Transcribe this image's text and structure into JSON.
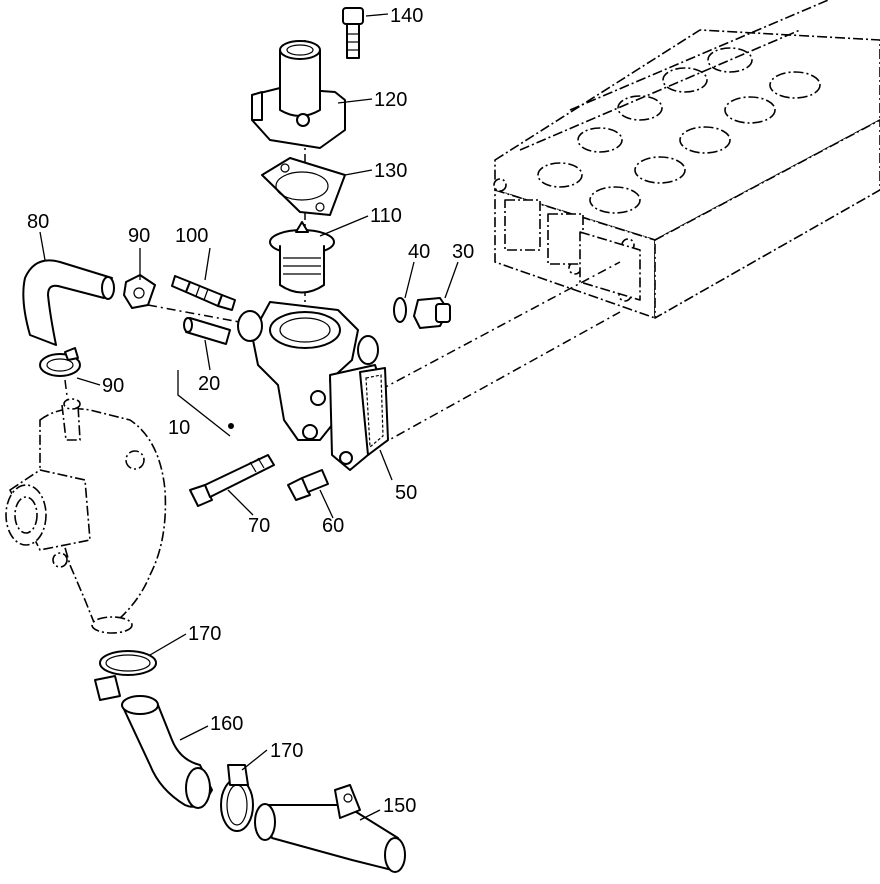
{
  "diagram": {
    "parts": [
      {
        "id": "p10",
        "label": "10"
      },
      {
        "id": "p20",
        "label": "20"
      },
      {
        "id": "p30",
        "label": "30"
      },
      {
        "id": "p40",
        "label": "40"
      },
      {
        "id": "p50",
        "label": "50"
      },
      {
        "id": "p60",
        "label": "60"
      },
      {
        "id": "p70",
        "label": "70"
      },
      {
        "id": "p80",
        "label": "80"
      },
      {
        "id": "p90a",
        "label": "90"
      },
      {
        "id": "p90b",
        "label": "90"
      },
      {
        "id": "p100",
        "label": "100"
      },
      {
        "id": "p110",
        "label": "110"
      },
      {
        "id": "p120",
        "label": "120"
      },
      {
        "id": "p130",
        "label": "130"
      },
      {
        "id": "p140",
        "label": "140"
      },
      {
        "id": "p150",
        "label": "150"
      },
      {
        "id": "p160",
        "label": "160"
      },
      {
        "id": "p170a",
        "label": "170"
      },
      {
        "id": "p170b",
        "label": "170"
      }
    ]
  }
}
